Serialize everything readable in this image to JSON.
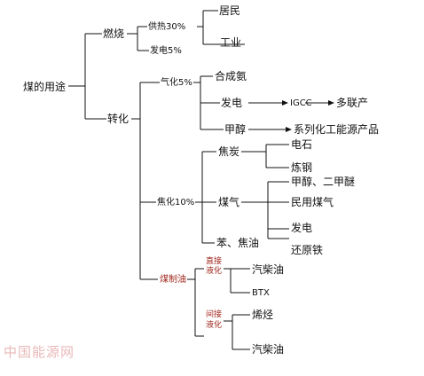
{
  "diagram": {
    "root": "煤的用途",
    "combustion": {
      "label": "燃烧",
      "heat": "供热30%",
      "heat_children": [
        "居民",
        "工业"
      ],
      "power": "发电5%"
    },
    "conversion": {
      "label": "转化",
      "gasification": {
        "label": "气化5%",
        "children": [
          "合成氨",
          "发电",
          "甲醇"
        ],
        "igcc": "IGCC",
        "polygen": "多联产",
        "methanol_products": "系列化工能源产品"
      },
      "coking": {
        "label": "焦化10%",
        "coke": "焦炭",
        "coke_children": [
          "电石",
          "炼钢"
        ],
        "coal_gas": "煤气",
        "coal_gas_children": [
          "甲醇、二甲醚",
          "民用煤气",
          "发电",
          "还原铁"
        ],
        "benzene": "苯、焦油"
      },
      "liquefaction": {
        "label": "煤制油",
        "direct": [
          "直接",
          "液化"
        ],
        "direct_children": [
          "汽柴油",
          "BTX"
        ],
        "indirect": [
          "间接",
          "液化"
        ],
        "indirect_children": [
          "烯烃",
          "汽柴油"
        ]
      }
    }
  },
  "watermark": "中国能源网",
  "colors": {
    "line": "#111111",
    "highlight": "#a0281e"
  }
}
